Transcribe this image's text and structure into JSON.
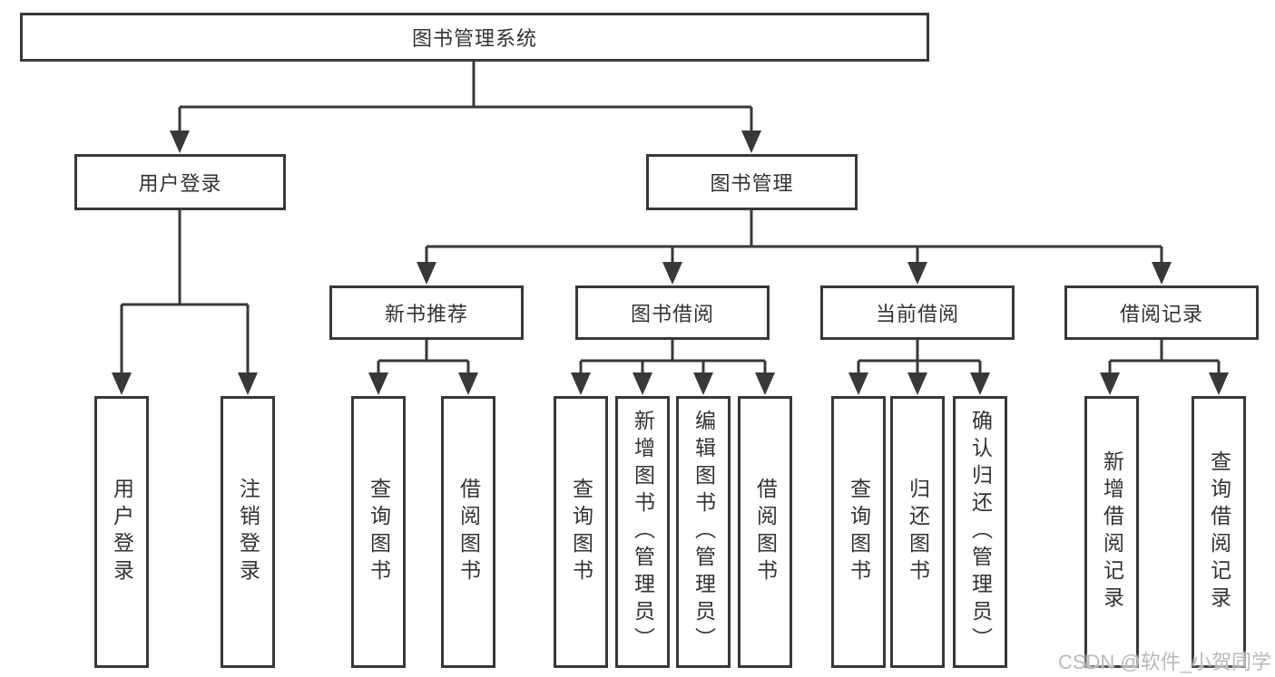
{
  "tree": {
    "root": {
      "label": "图书管理系统",
      "children": [
        {
          "label": "用户登录",
          "children": [
            {
              "label": "用户登录"
            },
            {
              "label": "注销登录"
            }
          ]
        },
        {
          "label": "图书管理",
          "children": [
            {
              "label": "新书推荐",
              "children": [
                {
                  "label": "查询图书"
                },
                {
                  "label": "借阅图书"
                }
              ]
            },
            {
              "label": "图书借阅",
              "children": [
                {
                  "label": "查询图书"
                },
                {
                  "label": "新增图书（管理员）"
                },
                {
                  "label": "编辑图书（管理员）"
                },
                {
                  "label": "借阅图书"
                }
              ]
            },
            {
              "label": "当前借阅",
              "children": [
                {
                  "label": "查询图书"
                },
                {
                  "label": "归还图书"
                },
                {
                  "label": "确认归还（管理员）"
                }
              ]
            },
            {
              "label": "借阅记录",
              "children": [
                {
                  "label": "新增借阅记录"
                },
                {
                  "label": "查询借阅记录"
                }
              ]
            }
          ]
        }
      ]
    }
  },
  "watermark": {
    "text": "CSDN @软件_小贺同学"
  },
  "colors": {
    "line": "#383838",
    "border": "#383838",
    "text": "#333333",
    "watermark": "#b9b9b9",
    "background": "#ffffff"
  }
}
